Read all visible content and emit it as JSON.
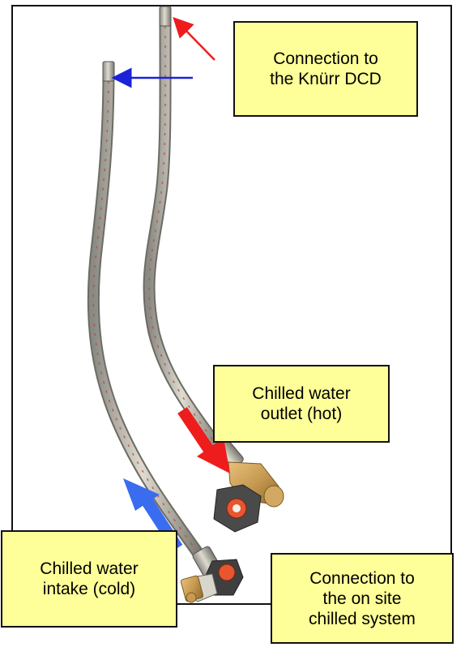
{
  "callouts": {
    "dcd": {
      "line1": "Connection to",
      "line2": "the Knürr DCD"
    },
    "outlet": {
      "line1": "Chilled water",
      "line2": "outlet (hot)"
    },
    "intake": {
      "line1": "Chilled water",
      "line2": "intake (cold)"
    },
    "site": {
      "line1": "Connection to",
      "line2": "the on site",
      "line3": "chilled system"
    }
  },
  "colors": {
    "callout_fill": "#ffff99",
    "hot_arrow": "#ee1c1c",
    "cold_arrow": "#3a6cf0",
    "brass": "#c89a52",
    "valve_handle": "#4a4a4a",
    "valve_knob": "#e8552f"
  }
}
